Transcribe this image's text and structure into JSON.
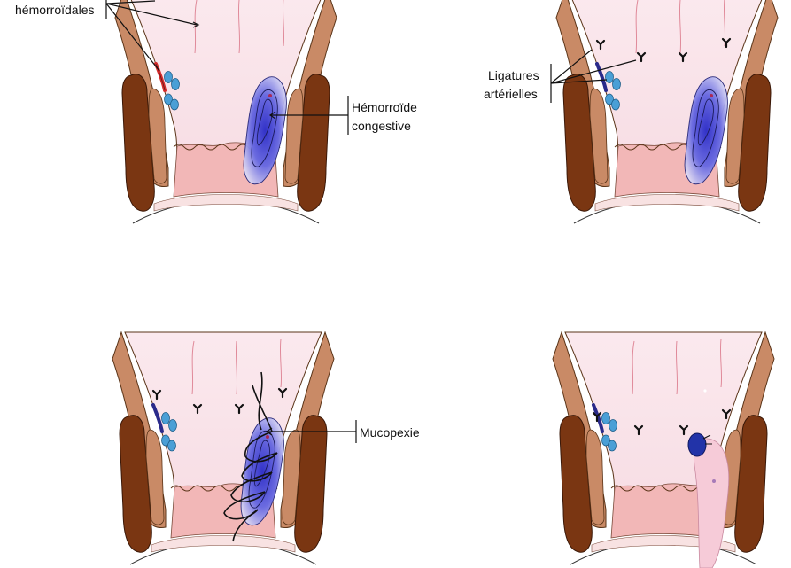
{
  "labels": {
    "hemorroidales": "hémorroïdales",
    "hemorroide_line1": "Hémorroïde",
    "hemorroide_line2": "congestive",
    "ligatures_line1": "Ligatures",
    "ligatures_line2": "artérielles",
    "mucopexie": "Mucopexie"
  },
  "colors": {
    "mucosa": "#f9e3e8",
    "muscle_inner": "#c98a66",
    "sphincter": "#7a3612",
    "anal_canal": "#f2b7b7",
    "vessel_red": "#d62b2b",
    "vessel_blue": "#4a9fd6",
    "hemorrhoid": "#3b3bd0",
    "suture": "#111111"
  },
  "panels": [
    {
      "id": "congestive"
    },
    {
      "id": "ligatures"
    },
    {
      "id": "mucopexie"
    },
    {
      "id": "result"
    }
  ]
}
